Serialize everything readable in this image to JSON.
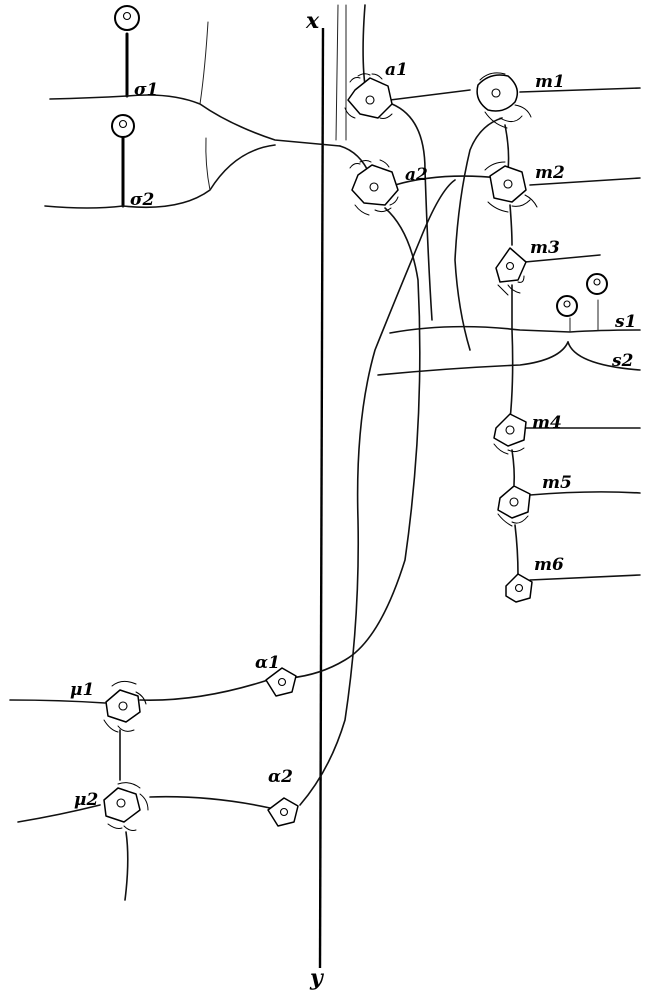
{
  "labels": {
    "x": "x",
    "y": "y",
    "sigma1": "σ1",
    "sigma2": "σ2",
    "a1_top": "a1",
    "a2_top": "a2",
    "a1_bottom": "α1",
    "a2_bottom": "α2",
    "m1": "m1",
    "m2": "m2",
    "m3": "m3",
    "m4": "m4",
    "m5": "m5",
    "m6": "m6",
    "s1": "s1",
    "s2": "s2",
    "mu1": "μ1",
    "mu2": "μ2"
  }
}
